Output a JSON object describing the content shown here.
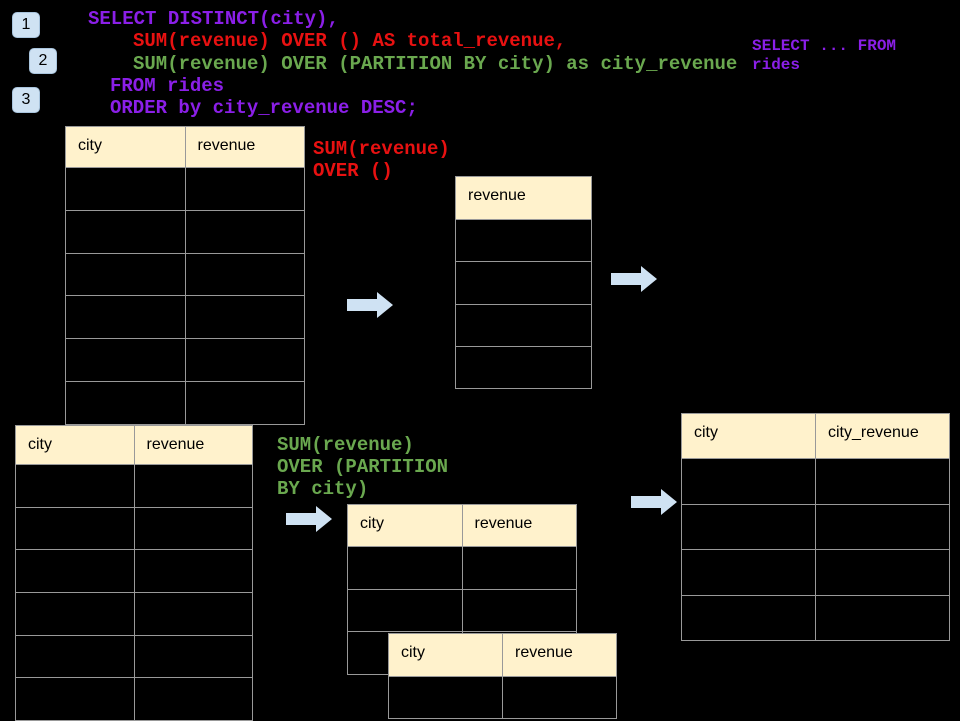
{
  "colors": {
    "purple": "#8B1FE8",
    "red": "#E81111",
    "green": "#6AA84F",
    "accent_blue": "#CFE2F3",
    "header_bg": "#FFF2CC",
    "border": "#999999",
    "background": "#000000",
    "text": "#000000"
  },
  "badges": [
    {
      "label": "1"
    },
    {
      "label": "2"
    },
    {
      "label": "3"
    }
  ],
  "sql": {
    "lines": [
      {
        "text": "SELECT DISTINCT(city),",
        "color": "purple",
        "indent": 0
      },
      {
        "text": "SUM(revenue) OVER () AS total_revenue,",
        "color": "red",
        "indent": 2
      },
      {
        "text": "SUM(revenue) OVER (PARTITION BY city) as city_revenue",
        "color": "green",
        "indent": 2
      },
      {
        "text": "FROM rides",
        "color": "purple",
        "indent": 1
      },
      {
        "text": "ORDER by city_revenue DESC;",
        "color": "purple",
        "indent": 1
      }
    ]
  },
  "labels": {
    "query_source": {
      "lines": [
        "SELECT ... FROM",
        "rides"
      ],
      "color": "purple"
    },
    "total_window": {
      "lines": [
        "SUM(revenue)",
        "OVER ()"
      ],
      "color": "red"
    },
    "partition_window": {
      "lines": [
        "SUM(revenue)",
        "OVER (PARTITION",
        "BY city)"
      ],
      "color": "green"
    }
  },
  "tables": {
    "rides_top": {
      "headers": [
        "city",
        "revenue"
      ],
      "rows": 6
    },
    "total_revenue": {
      "headers": [
        "revenue"
      ],
      "rows": 4
    },
    "rides_bottom": {
      "headers": [
        "city",
        "revenue"
      ],
      "rows": 6
    },
    "partition_input": {
      "headers": [
        "city",
        "revenue"
      ],
      "rows": 3
    },
    "partition_overlay": {
      "headers": [
        "city",
        "revenue"
      ],
      "rows": 1
    },
    "result": {
      "headers": [
        "city",
        "city_revenue"
      ],
      "rows": 4
    }
  }
}
